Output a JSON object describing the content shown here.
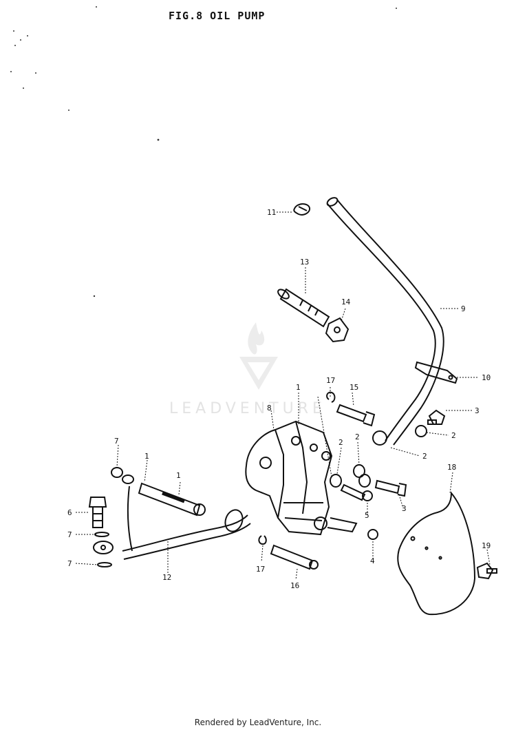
{
  "title": "FIG.8  OIL PUMP",
  "footer": "Rendered by LeadVenture, Inc.",
  "watermark": {
    "text": "LEADVENTURE",
    "color": "#e3e3e3"
  },
  "callouts": {
    "c1a": "1",
    "c1b": "1",
    "c2a": "2",
    "c2b": "2",
    "c2c": "2",
    "c2d": "2",
    "c3a": "3",
    "c3b": "3",
    "c4": "4",
    "c5": "5",
    "c6": "6",
    "c7a": "7",
    "c7b": "7",
    "c7c": "7",
    "c8": "8",
    "c9": "9",
    "c10": "10",
    "c11": "11",
    "c12": "12",
    "c13": "13",
    "c14": "14",
    "c15": "15",
    "c16": "16",
    "c17a": "17",
    "c17b": "17",
    "c18": "18",
    "c19": "19"
  }
}
